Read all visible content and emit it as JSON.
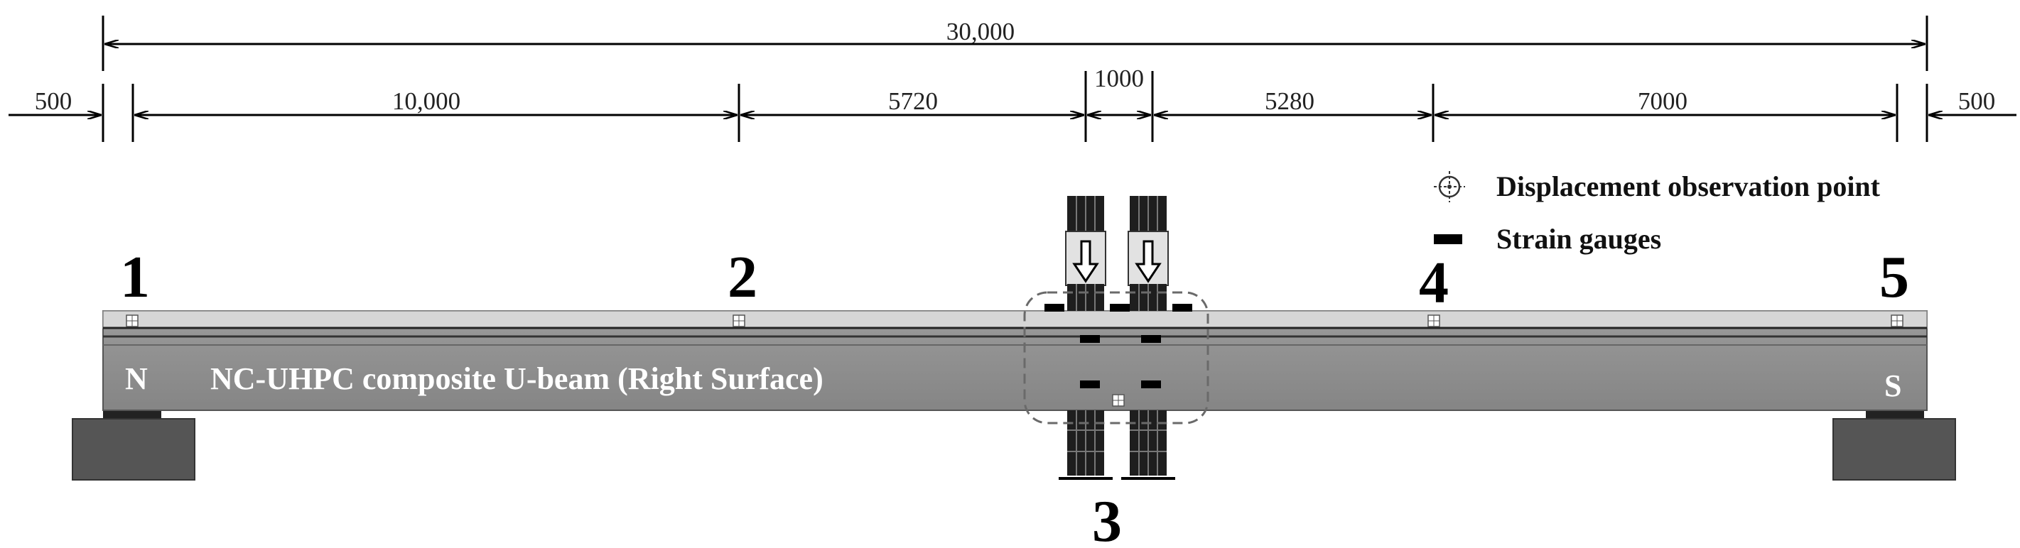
{
  "dimensions": {
    "overall": "30,000",
    "segments": [
      "500",
      "10,000",
      "5720",
      "1000",
      "5280",
      "7000",
      "500"
    ]
  },
  "points": [
    "1",
    "2",
    "3",
    "4",
    "5"
  ],
  "legend": {
    "displacement_label": "Displacement observation point",
    "strain_label": "Strain gauges",
    "displacement_icon": "crosshair-target-icon",
    "strain_icon": "black-bar-icon"
  },
  "beam": {
    "label": "NC-UHPC composite U-beam (Right Surface)",
    "left_end": "N",
    "right_end": "S"
  },
  "colors": {
    "beam_body": "#8c8c8c",
    "beam_top": "#d4d4d4",
    "support": "#555555",
    "line": "#000000"
  }
}
